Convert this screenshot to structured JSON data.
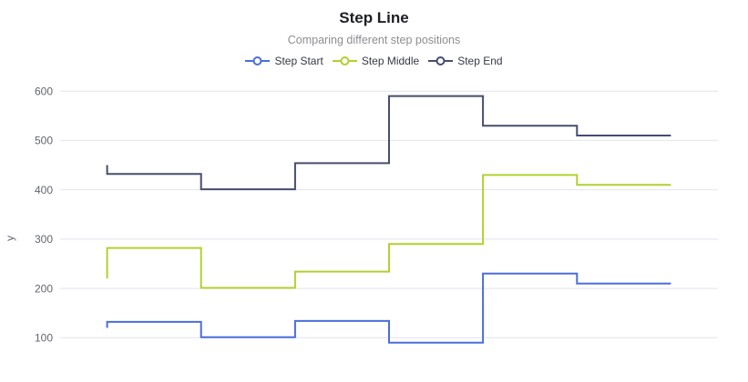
{
  "header": {
    "title": "Step Line",
    "subtitle": "Comparing different step positions"
  },
  "chart_data": {
    "type": "line",
    "step": "before",
    "title": "Step Line",
    "subtitle": "Comparing different step positions",
    "series": [
      {
        "name": "Step Start",
        "color": "#4a6edb",
        "values": [
          120,
          132,
          101,
          134,
          90,
          230,
          210
        ]
      },
      {
        "name": "Step Middle",
        "color": "#b1d12f",
        "values": [
          220,
          282,
          201,
          234,
          290,
          430,
          410
        ]
      },
      {
        "name": "Step End",
        "color": "#474d6e",
        "values": [
          450,
          432,
          401,
          454,
          590,
          530,
          510
        ]
      }
    ],
    "ylabel": "y",
    "yticks": [
      100,
      200,
      300,
      400,
      500,
      600
    ],
    "ylim": [
      100,
      600
    ],
    "grid": true,
    "legend_position": "top",
    "x_axis_labels_visible": false,
    "marker": "hollow-circle-on-line"
  },
  "colors": {
    "grid_line": "#e2e4ee",
    "tick_label": "#62666f",
    "axis_name": "#62666f",
    "legend_text": "#363a43",
    "title_text": "#1d1f24",
    "subtitle_text": "#8c8e93",
    "background": "#ffffff"
  }
}
